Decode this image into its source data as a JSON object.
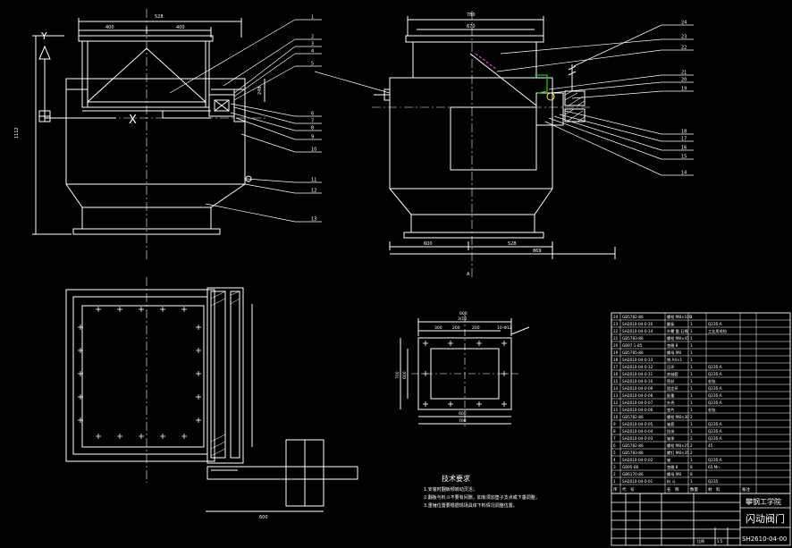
{
  "drawing": {
    "dims": {
      "front_total_width": "528",
      "front_left_half": "400",
      "front_right_half": "400",
      "front_height": "1112",
      "front_side_small": "248",
      "side_top": "780",
      "side_top_inner": "670",
      "side_bottom_left": "600",
      "side_bottom_right": "528",
      "side_overall": "869",
      "plan_bottom": "600",
      "flange_top": "600",
      "flange_sub": "3/10",
      "flange_holes": "10-Φ12",
      "flange_seg1": "300",
      "flange_seg2": "200",
      "flange_seg3": "200",
      "flange_side1": "700",
      "flange_side2": "600",
      "flange_bottom1": "600",
      "flange_bottom2": "700"
    },
    "axis_labels": {
      "x": "X",
      "y": "Y"
    },
    "callouts_left": [
      "1",
      "2",
      "3",
      "4",
      "5",
      "6",
      "7",
      "8",
      "9",
      "10",
      "11",
      "12",
      "13"
    ],
    "callouts_right": [
      "24",
      "23",
      "22",
      "21",
      "20",
      "19",
      "18",
      "17",
      "16",
      "15",
      "14"
    ],
    "right_mark_a": "A",
    "right_mark_b": "A"
  },
  "tech": {
    "title": "技术要求",
    "items": [
      "1.安装时翻板倾转动灵活；",
      "2.翻板与料斗不要有间隙，如有须加垫子支点或下垂调整；",
      "3.重锤位置要根据现场具体下料情况调整位置。"
    ]
  },
  "bom": {
    "rows": [
      [
        "24",
        "GB5782-86",
        "螺栓  M8×100",
        "1",
        "",
        ""
      ],
      [
        "23",
        "SH2610-04-0-20",
        "翻板",
        "1",
        "Q235-A",
        ""
      ],
      [
        "22",
        "SH2610-04-0-14",
        "外覆 重 石棉",
        "1",
        "工业用毛毡",
        ""
      ],
      [
        "21",
        "GB5783-86",
        "螺栓  M8×45",
        "1",
        "",
        ""
      ],
      [
        "20",
        "GB97.1-85",
        "垫圈  8",
        "1",
        "",
        ""
      ],
      [
        "19",
        "GB5785-86",
        "螺母  M8",
        "1",
        "",
        ""
      ],
      [
        "18",
        "SH2610-04-0-13",
        "销  A4×1",
        "1",
        "",
        ""
      ],
      [
        "17",
        "SH2610-04-0-12",
        "压环",
        "1",
        "Q235-A",
        ""
      ],
      [
        "16",
        "SH2610-04-0-11",
        "底轴套",
        "1",
        "Q235-A",
        ""
      ],
      [
        "15",
        "SH2610-04-0-10",
        "密封",
        "1",
        "毛毡",
        ""
      ],
      [
        "14",
        "SH2610-04-0-09",
        "固定环",
        "1",
        "Q235-A",
        ""
      ],
      [
        "13",
        "SH2610-04-0-08",
        "配重",
        "1",
        "Q235-A",
        ""
      ],
      [
        "12",
        "SH2610-04-0-07",
        "外壳",
        "1",
        "Q235-A",
        ""
      ],
      [
        "11",
        "SH2610-04-0-06",
        "垫片",
        "1",
        "毛毡",
        ""
      ],
      [
        "10",
        "GB5782-86",
        "螺栓  M8×30",
        "2",
        "",
        ""
      ],
      [
        "9",
        "SH2610-04-0-05",
        "轴套",
        "1",
        "Q235-A",
        ""
      ],
      [
        "8",
        "SH2610-04-0-04",
        "挡块",
        "1",
        "Q235-A",
        ""
      ],
      [
        "7",
        "SH2610-04-0-03",
        "轴承",
        "2",
        "Q235-A",
        ""
      ],
      [
        "6",
        "GB5782-86",
        "螺栓  M8×25",
        "2",
        "45",
        ""
      ],
      [
        "5",
        "GB5783-86",
        "螺钉  M8×35",
        "2",
        "",
        ""
      ],
      [
        "4",
        "SH2610-04-0-02",
        "轴",
        "1",
        "Q235-A",
        ""
      ],
      [
        "3",
        "GB95-86",
        "垫圈  8",
        "8",
        "65 Mn",
        ""
      ],
      [
        "2",
        "GB6170-86",
        "螺母  M8",
        "8",
        "",
        ""
      ],
      [
        "1",
        "SH2610-04-0-01",
        "料 斗",
        "1",
        "Q235",
        ""
      ]
    ],
    "header": [
      "序",
      "代　号",
      "名　称",
      "数量",
      "材　料",
      "备注"
    ]
  },
  "titleblock": {
    "school": "攀钢工学院",
    "name": "闪动阀门",
    "code": "SH2610-04-00",
    "scale_label": "比例",
    "scale": "1:5"
  }
}
